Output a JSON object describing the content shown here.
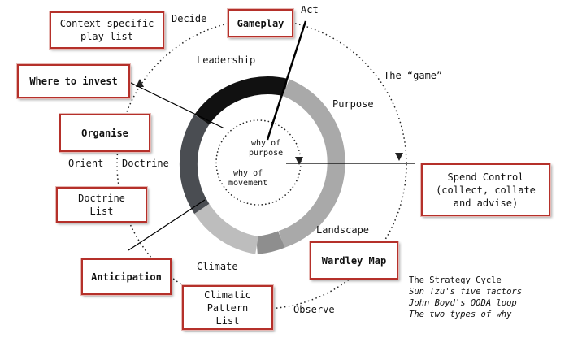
{
  "boxes": {
    "context_play_list": "Context specific\nplay list",
    "gameplay": "Gameplay",
    "where_to_invest": "Where to invest",
    "organise": "Organise",
    "doctrine_list": "Doctrine\nList",
    "anticipation": "Anticipation",
    "climatic_pattern_list": "Climatic\nPattern\nList",
    "wardley_map": "Wardley Map",
    "spend_control": "Spend Control\n(collect, collate\nand advise)"
  },
  "labels": {
    "decide": "Decide",
    "act": "Act",
    "the_game": "The “game”",
    "leadership": "Leadership",
    "purpose": "Purpose",
    "orient": "Orient",
    "doctrine": "Doctrine",
    "why_of_purpose": "why of\npurpose",
    "why_of_movement": "why of\nmovement",
    "landscape": "Landscape",
    "climate": "Climate",
    "observe": "Observe"
  },
  "legend": {
    "title": "The Strategy Cycle",
    "items": [
      "Sun Tzu's five factors",
      "John Boyd's OODA loop",
      "The two types of why"
    ]
  },
  "colors": {
    "box_border": "#b5302a",
    "ring_leadership": "#111111",
    "ring_purpose": "#a9a9a9",
    "ring_landscape": "#8e8e8e",
    "ring_climate": "#bdbdbd",
    "ring_doctrine": "#4a4d52"
  }
}
